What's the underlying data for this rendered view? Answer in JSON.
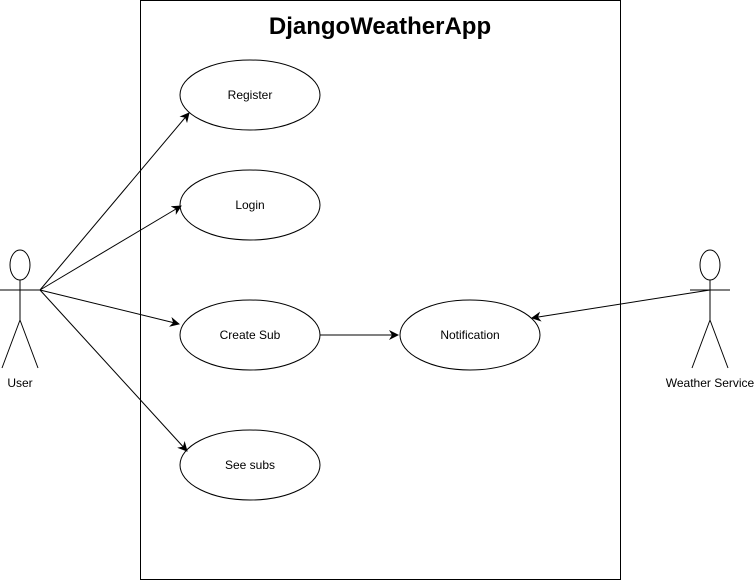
{
  "system": {
    "title": "DjangoWeatherApp"
  },
  "use_cases": {
    "register": "Register",
    "login": "Login",
    "create_sub": "Create Sub",
    "notification": "Notification",
    "see_subs": "See subs"
  },
  "actors": {
    "user": "User",
    "weather_service": "Weather Service"
  }
}
